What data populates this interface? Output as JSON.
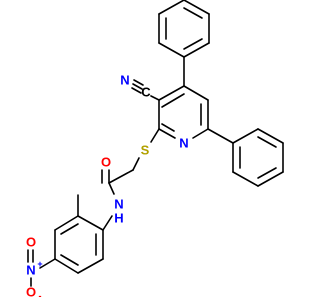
{
  "molecule": {
    "atoms": {
      "cyano_c": "C",
      "cyano_n": "N",
      "ring_n": "N",
      "sulfur": "S",
      "carbonyl_o": "O",
      "amide_n": "N",
      "amide_h": "H",
      "nitro_n": "N",
      "nitro_n_charge": "+",
      "nitro_o_top": "O",
      "nitro_o_bottom": "O",
      "nitro_o_charge": "-"
    },
    "colors": {
      "carbon": "#000000",
      "nitrogen": "#0000ff",
      "oxygen": "#ff0000",
      "sulfur": "#b2a100"
    }
  }
}
